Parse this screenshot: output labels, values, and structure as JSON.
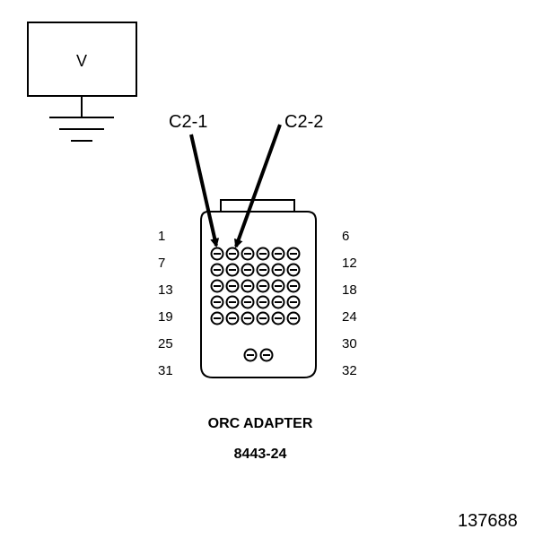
{
  "meter": {
    "label": "V"
  },
  "callouts": [
    {
      "label": "C2-1"
    },
    {
      "label": "C2-2"
    }
  ],
  "pin_labels": {
    "left": [
      "1",
      "7",
      "13",
      "19",
      "25",
      "31"
    ],
    "right": [
      "6",
      "12",
      "18",
      "24",
      "30",
      "32"
    ]
  },
  "connector": {
    "title": "ORC ADAPTER",
    "part_number": "8443-24"
  },
  "figure_id": "137688"
}
